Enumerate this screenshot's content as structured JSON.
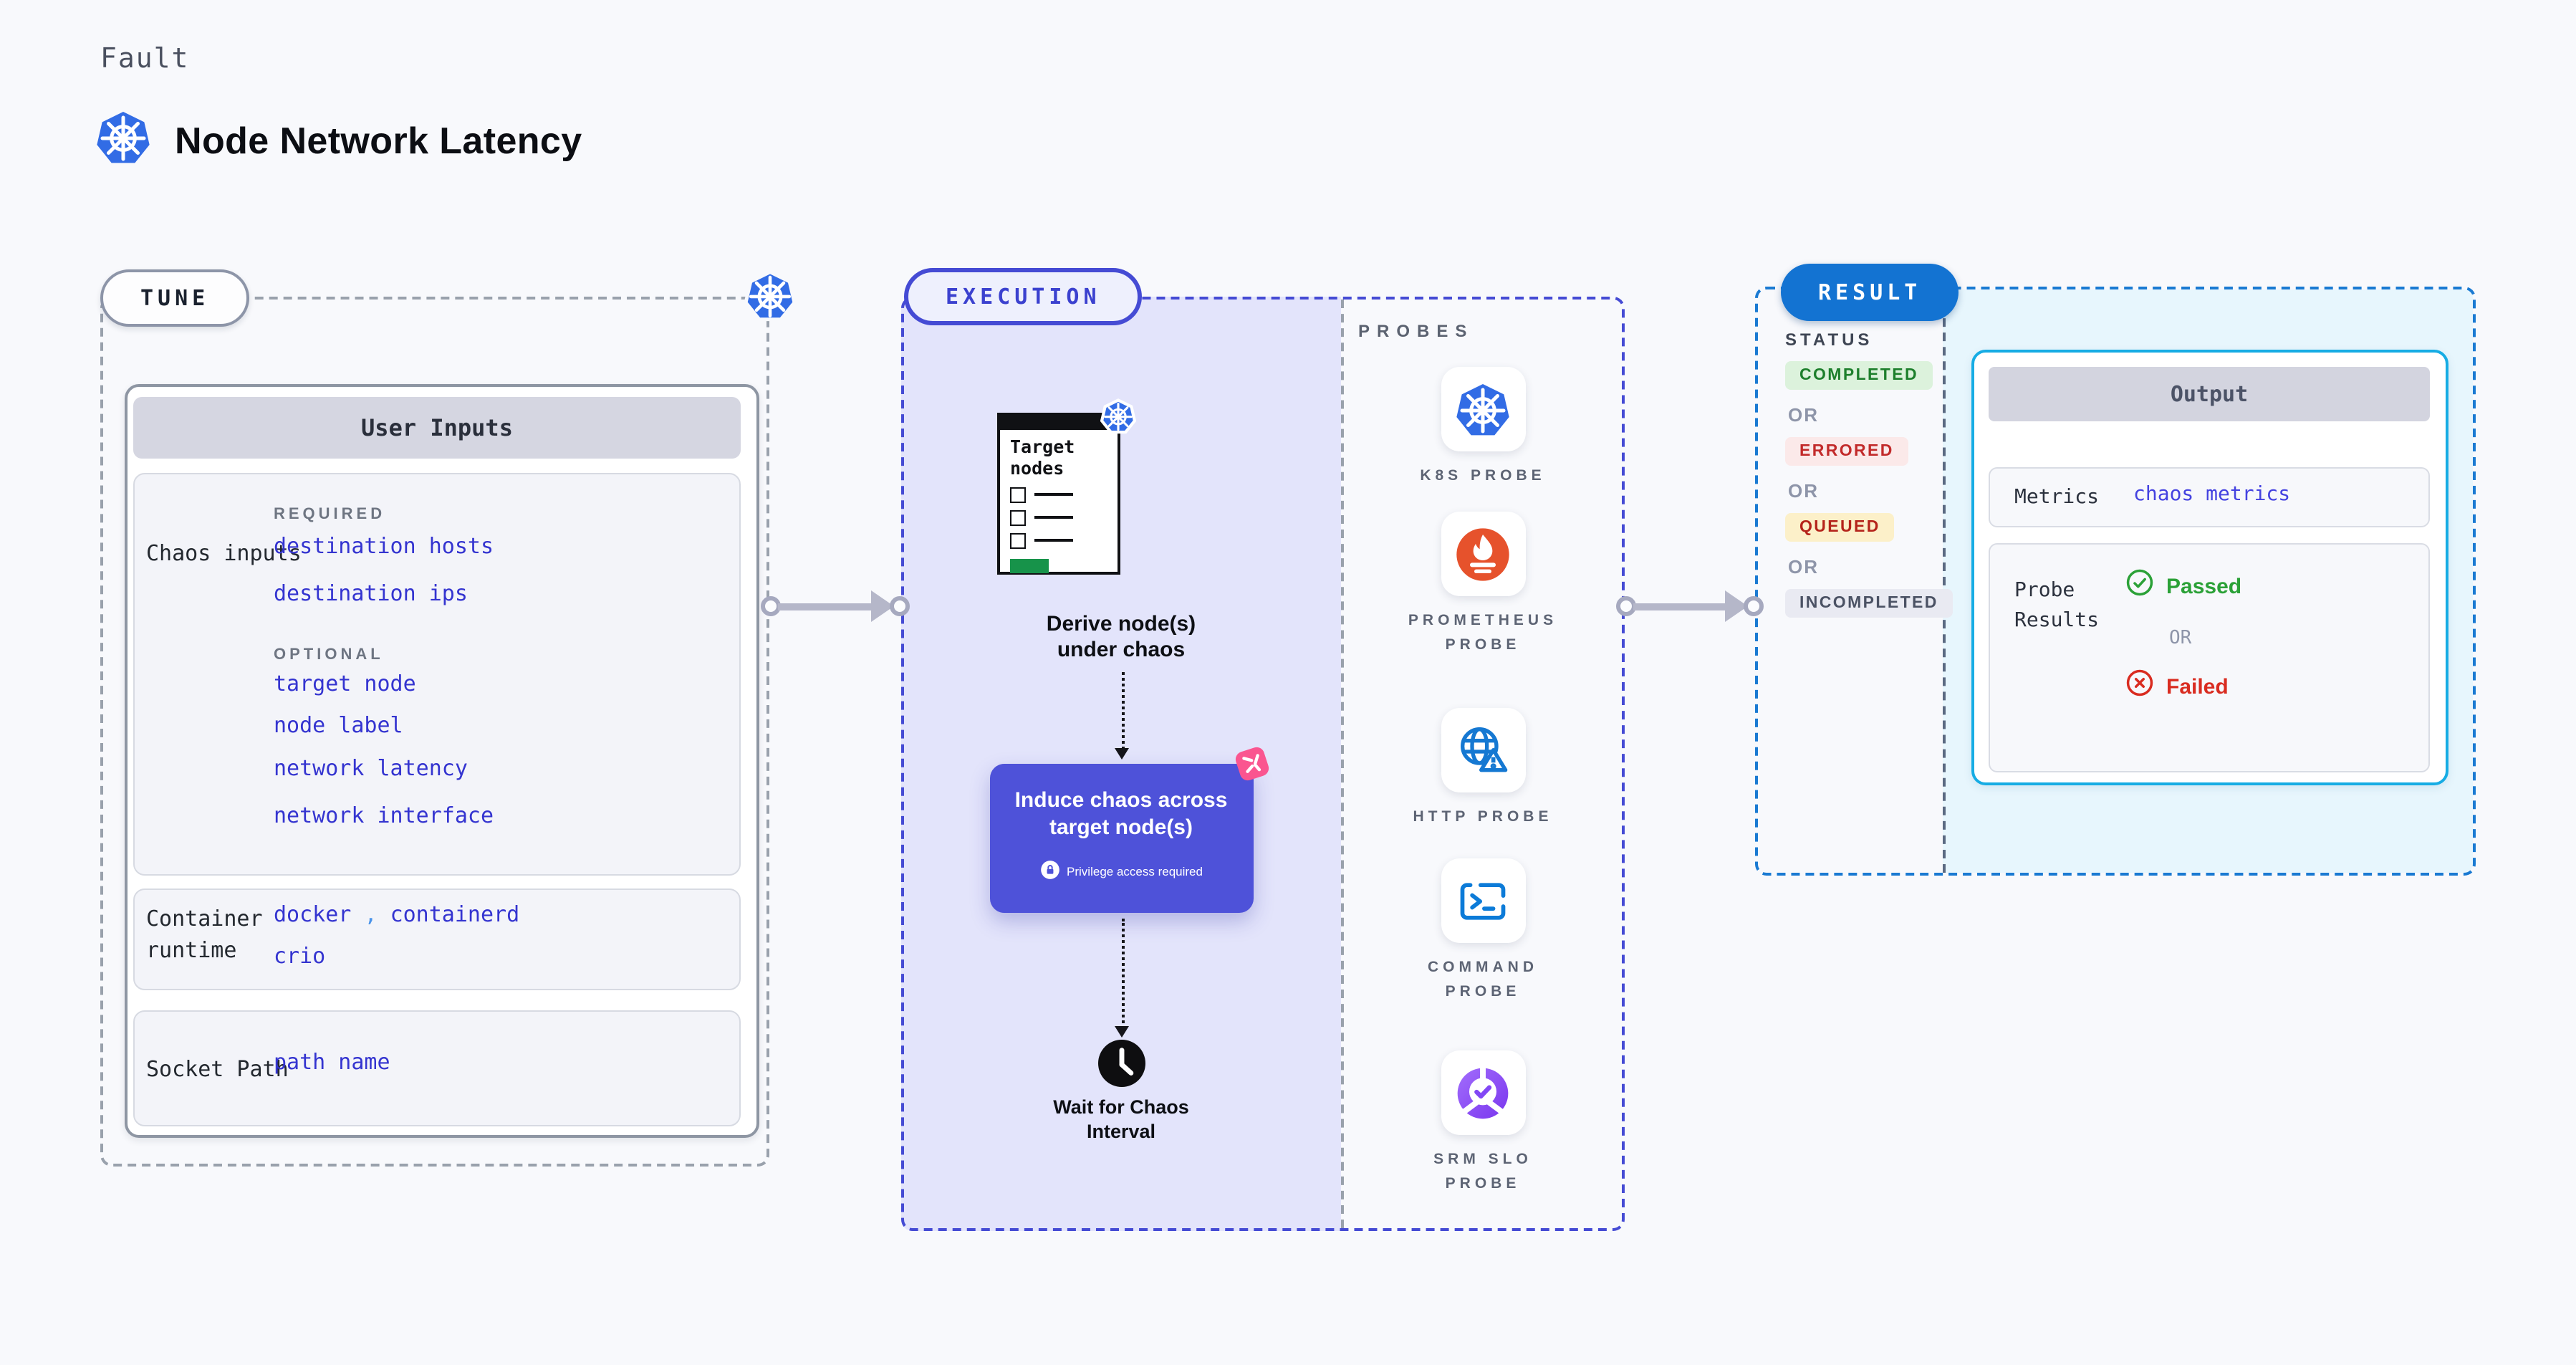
{
  "header": {
    "eyebrow": "Fault",
    "title": "Node Network Latency"
  },
  "tune": {
    "badge": "TUNE",
    "panel_title": "User Inputs",
    "chaos_inputs": {
      "label": "Chaos inputs",
      "required_heading": "REQUIRED",
      "required_items": [
        "destination hosts",
        "destination ips"
      ],
      "optional_heading": "OPTIONAL",
      "optional_items": [
        "target node",
        "node label",
        "network latency",
        "network interface"
      ]
    },
    "container_runtime": {
      "label": "Container runtime",
      "value_1": "docker",
      "separator": ",",
      "value_2": "containerd",
      "value_3": "crio"
    },
    "socket_path": {
      "label": "Socket Path",
      "value": "path name"
    }
  },
  "execution": {
    "badge": "EXECUTION",
    "target_card_title": "Target nodes",
    "derive_label": "Derive node(s) under chaos",
    "induce_label": "Induce chaos across target node(s)",
    "induce_note": "Privilege access required",
    "wait_label": "Wait for Chaos Interval"
  },
  "probes": {
    "heading": "PROBES",
    "items": [
      {
        "name": "K8S PROBE",
        "icon": "kubernetes-icon"
      },
      {
        "name": "PROMETHEUS PROBE",
        "icon": "prometheus-icon"
      },
      {
        "name": "HTTP PROBE",
        "icon": "http-globe-warning-icon"
      },
      {
        "name": "COMMAND PROBE",
        "icon": "terminal-icon"
      },
      {
        "name": "SRM SLO PROBE",
        "icon": "slo-donut-check-icon"
      }
    ]
  },
  "result": {
    "badge": "RESULT",
    "status": {
      "heading": "STATUS",
      "or_label": "OR",
      "items": [
        {
          "label": "COMPLETED",
          "style": "color:#1d7f2c;background:#dcf2dc"
        },
        {
          "label": "ERRORED",
          "style": "color:#c22a2a;background:#fbe9e9"
        },
        {
          "label": "QUEUED",
          "style": "color:#b5241b;background:#fcf0c9"
        },
        {
          "label": "INCOMPLETED",
          "style": "color:#4b5264;background:#e9eaf2"
        }
      ]
    },
    "output": {
      "title": "Output",
      "metrics_label": "Metrics",
      "metrics_value": "chaos metrics",
      "probe_results_label": "Probe Results",
      "passed_label": "Passed",
      "or_label": "OR",
      "failed_label": "Failed"
    }
  },
  "colors": {
    "page_bg": "#f8f9fc",
    "execution_fill": "#e3e4fb",
    "execution_accent": "#454bd4",
    "induce_bg": "#4e52d9",
    "result_accent": "#1a7ad2",
    "result_fill": "#e7f6fd",
    "output_border": "#16ace4",
    "kubernetes_blue": "#326ce5",
    "prometheus_orange": "#e6522c",
    "litmus_pink": "#fa5590",
    "passed_green": "#2ba137",
    "failed_red": "#d92c20",
    "value_blue": "#3434d0",
    "arrow_gray": "#b5b7c9"
  }
}
